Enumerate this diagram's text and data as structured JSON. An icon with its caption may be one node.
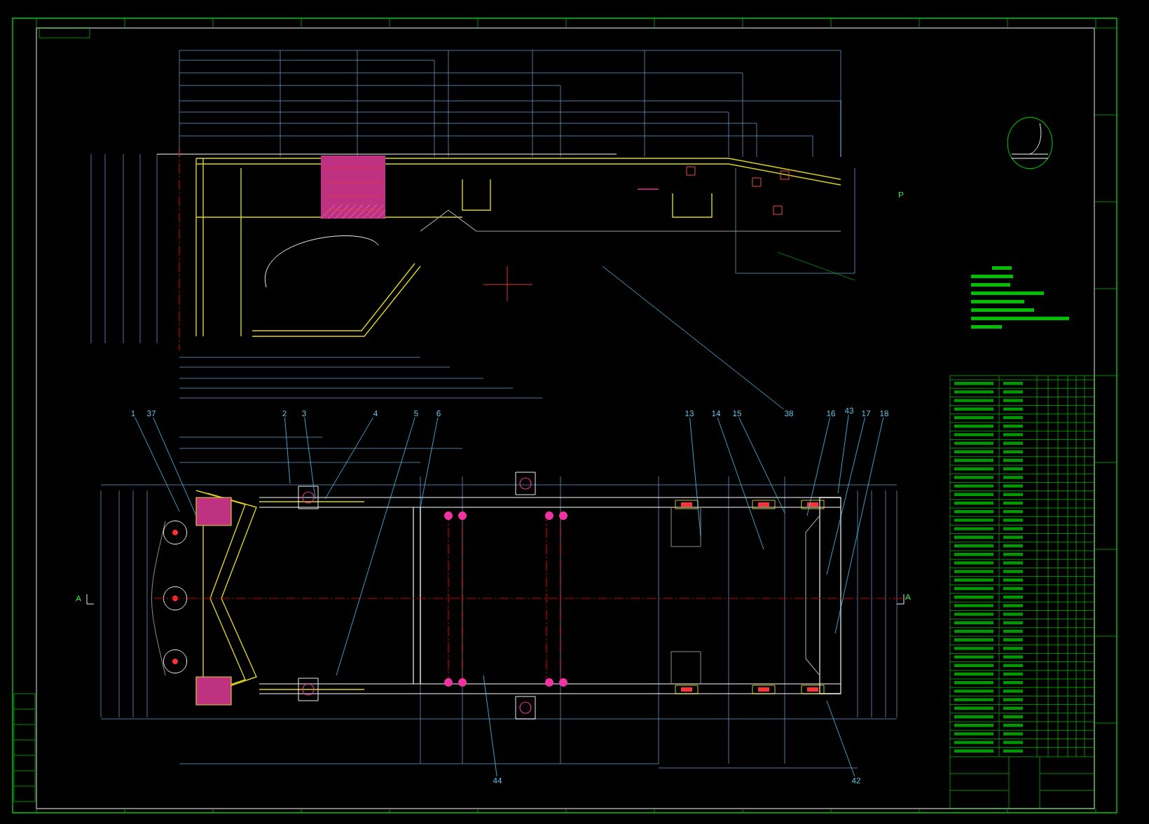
{
  "diagram": {
    "nodes": [
      {
        "text": [
          "1"
        ]
      },
      {
        "text": [
          "37"
        ]
      },
      {
        "text": [
          "2"
        ]
      },
      {
        "text": [
          "3"
        ]
      },
      {
        "text": [
          "4"
        ]
      },
      {
        "text": [
          "5"
        ]
      },
      {
        "text": [
          "6"
        ]
      },
      {
        "text": [
          "13"
        ]
      },
      {
        "text": [
          "14"
        ]
      },
      {
        "text": [
          "15"
        ]
      },
      {
        "text": [
          "38"
        ]
      },
      {
        "text": [
          "16"
        ]
      },
      {
        "text": [
          "43"
        ]
      },
      {
        "text": [
          "17"
        ]
      },
      {
        "text": [
          "18"
        ]
      },
      {
        "text": [
          "44"
        ]
      },
      {
        "text": [
          "42"
        ]
      }
    ],
    "edges": [
      {
        "from": 0,
        "to": null,
        "arrow": "none"
      },
      {
        "from": 1,
        "to": null,
        "arrow": "none"
      },
      {
        "from": 2,
        "to": null,
        "arrow": "none"
      },
      {
        "from": 3,
        "to": null,
        "arrow": "none"
      },
      {
        "from": 4,
        "to": null,
        "arrow": "none"
      },
      {
        "from": 5,
        "to": null,
        "arrow": "none"
      },
      {
        "from": 6,
        "to": null,
        "arrow": "none"
      },
      {
        "from": 7,
        "to": null,
        "arrow": "none"
      },
      {
        "from": 8,
        "to": null,
        "arrow": "none"
      },
      {
        "from": 9,
        "to": null,
        "arrow": "none"
      },
      {
        "from": 10,
        "to": null,
        "arrow": "none"
      },
      {
        "from": 11,
        "to": null,
        "arrow": "none"
      },
      {
        "from": 12,
        "to": null,
        "arrow": "none"
      },
      {
        "from": 13,
        "to": null,
        "arrow": "none"
      },
      {
        "from": 14,
        "to": null,
        "arrow": "none"
      },
      {
        "from": 15,
        "to": null,
        "arrow": "none"
      },
      {
        "from": 16,
        "to": null,
        "arrow": "none"
      }
    ],
    "labels": [
      "P",
      "A",
      "A"
    ]
  }
}
